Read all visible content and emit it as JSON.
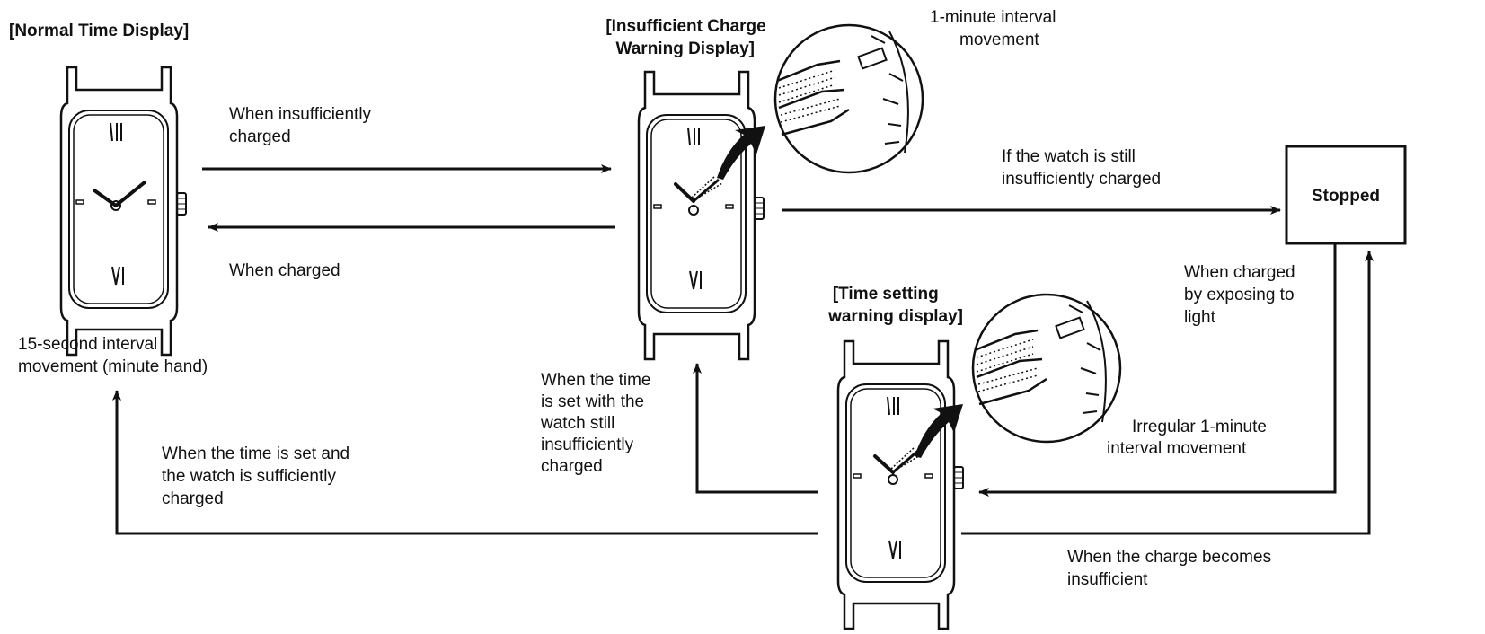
{
  "titles": {
    "normal": [
      "[Normal Time Display]"
    ],
    "insufficient": [
      "[Insufficient Charge",
      "Warning Display]"
    ],
    "time_setting": [
      "[Time setting",
      "warning display]"
    ]
  },
  "stopped_box": {
    "label": "Stopped"
  },
  "labels": {
    "when_insufficiently_charged": [
      "When insufficiently",
      "charged"
    ],
    "when_charged": [
      "When charged"
    ],
    "fifteen_second": [
      "15-second interval",
      "movement (minute hand)"
    ],
    "one_minute": [
      "1-minute interval",
      "movement"
    ],
    "if_still_insufficient": [
      "If the watch is still",
      "insufficiently charged"
    ],
    "when_charged_light": [
      "When charged",
      "by exposing to",
      "light"
    ],
    "time_set_still_insufficient": [
      "When the time",
      "is set with the",
      "watch still",
      "insufficiently",
      "charged"
    ],
    "time_set_sufficient": [
      "When the time is set and",
      "the watch is sufficiently",
      "charged"
    ],
    "irregular": [
      "Irregular 1-minute",
      "interval  movement"
    ],
    "charge_becomes_insufficient": [
      "When the charge becomes",
      "insufficient"
    ]
  },
  "watch_numerals": {
    "top": "XII",
    "bottom": "VI"
  }
}
